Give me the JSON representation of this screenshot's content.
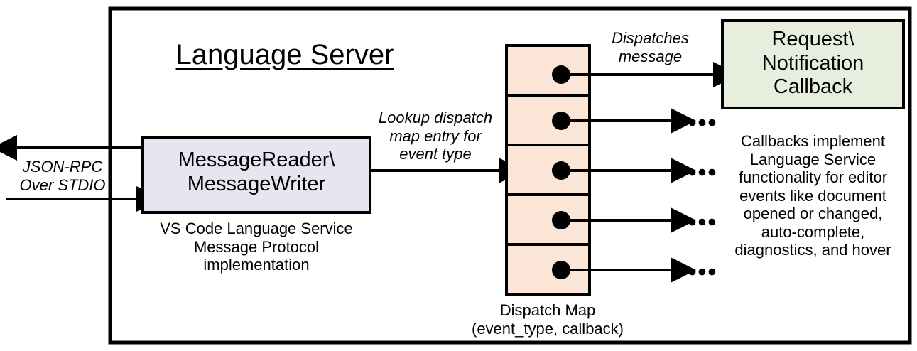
{
  "diagram": {
    "title": "Language Server",
    "outer_border_color": "#000000",
    "background": "#ffffff",
    "external_flow": {
      "label": "JSON-RPC\nOver STDIO",
      "inbound_arrow": "arrow-into-message-reader",
      "outbound_arrow": "arrow-out-of-message-reader"
    },
    "message_reader_box": {
      "label": "MessageReader\\\nMessageWriter",
      "fill": "#e8e4f0",
      "stroke": "#000000",
      "caption": "VS Code Language Service\nMessage Protocol implementation"
    },
    "lookup_annotation": "Lookup dispatch\nmap entry for\nevent type",
    "dispatch_map": {
      "caption": "Dispatch Map\n(event_type, callback)",
      "fill": "#fbe5d6",
      "stroke": "#000000",
      "rows": [
        {
          "id": "dispatch-row-1",
          "marker": "callback-dot",
          "target": "callback-box"
        },
        {
          "id": "dispatch-row-2",
          "marker": "callback-dot",
          "target": "ellipsis"
        },
        {
          "id": "dispatch-row-3",
          "marker": "callback-dot",
          "target": "ellipsis"
        },
        {
          "id": "dispatch-row-4",
          "marker": "callback-dot",
          "target": "ellipsis"
        },
        {
          "id": "dispatch-row-5",
          "marker": "callback-dot",
          "target": "ellipsis"
        }
      ],
      "ellipsis_label": "•••"
    },
    "dispatch_annotation": "Dispatches\nmessage",
    "callback_box": {
      "label": "Request\\\nNotification\nCallback",
      "fill": "#e8eedd",
      "stroke": "#000000",
      "caption": "Callbacks implement\nLanguage Service\nfunctionality for editor\nevents like document\nopened or changed,\nauto-complete,\ndiagnostics, and hover"
    }
  }
}
